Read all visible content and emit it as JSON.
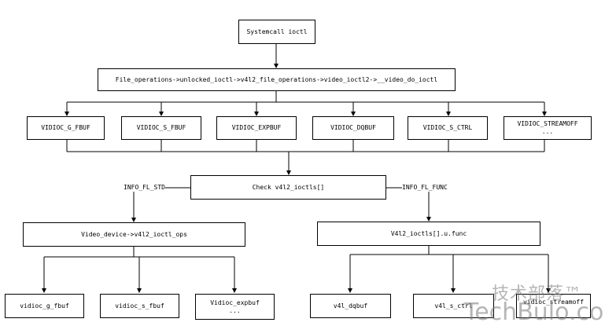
{
  "nodes": {
    "syscall": "Systemcall ioctl",
    "fileops": "File_operations->unlocked_ioctl->v4l2_file_operations->video_ioctl2->__video_do_ioctl",
    "g_fbuf": "VIDIOC_G_FBUF",
    "s_fbuf": "VIDIOC_S_FBUF",
    "expbuf": "VIDIOC_EXPBUF",
    "dqbuf": "VIDIOC_DQBUF",
    "s_ctrl": "VIDIOC_S_CTRL",
    "streamoff": "VIDIOC_STREAMOFF",
    "streamoff_more": "...",
    "check": "Check v4l2_ioctls[]",
    "video_device": "Video_device->v4l2_ioctl_ops",
    "v4l2_ioctls": "V4l2_ioctls[].u.func",
    "vidioc_g_fbuf": "vidioc_g_fbuf",
    "vidioc_s_fbuf": "vidioc_s_fbuf",
    "vidioc_expbuf": "Vidioc_expbuf",
    "vidioc_expbuf_more": "...",
    "v4l_dqbuf": "v4l_dqbuf",
    "v4l_s_ctrl": "v4l_s_ctrl",
    "vidioc_streamoff": "vidioc_streamoff"
  },
  "edge_labels": {
    "std": "INFO_FL_STD",
    "func": "INFO_FL_FUNC"
  },
  "watermark": {
    "line1": "技术部落™",
    "line2": "TechBulo.com"
  },
  "colors": {
    "stroke": "#000000",
    "background": "#ffffff",
    "watermark": "#808080"
  }
}
